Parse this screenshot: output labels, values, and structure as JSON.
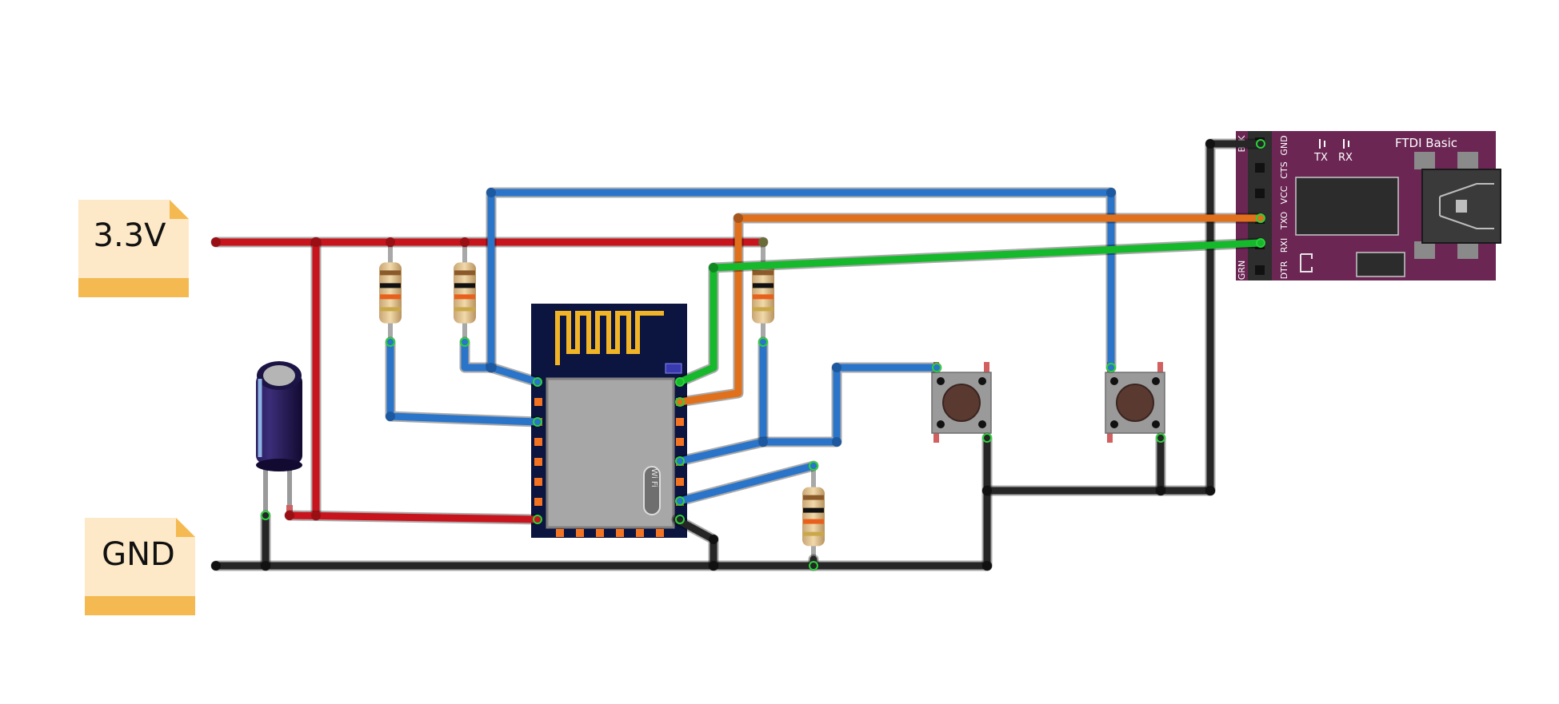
{
  "power_labels": {
    "vcc": "3.3V",
    "gnd": "GND"
  },
  "ftdi": {
    "title": "FTDI Basic",
    "led_tx": "TX",
    "led_rx": "RX",
    "pin_labels": [
      "BLK",
      "GND",
      "CTS",
      "VCC",
      "TXO",
      "RXI",
      "DTR",
      "GRN"
    ]
  },
  "esp_module": {
    "wifi_logo": "Wi Fi"
  },
  "colors": {
    "vcc_wire": "#c8141c",
    "gnd_wire": "#262626",
    "signal_wire": "#2a74c9",
    "tx_wire": "#e0701b",
    "rx_wire": "#16b82c",
    "ftdi_board": "#6b2654",
    "esp_pcb": "#0c1440",
    "label_note": "#fde9c7",
    "label_note_bar": "#f5b951"
  }
}
